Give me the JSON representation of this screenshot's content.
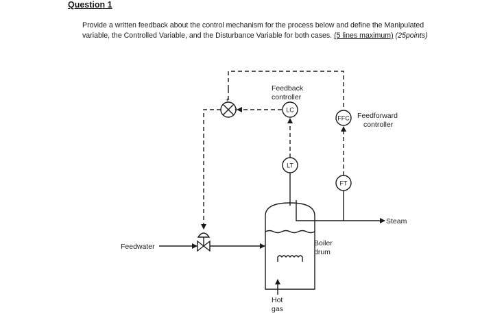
{
  "question": {
    "heading": "Question 1",
    "text_main": "Provide a written feedback about the control mechanism for the process below and define the Manipulated variable, the Controlled Variable, and the Disturbance Variable for both cases. ",
    "text_underlined": "(5 lines maximum)",
    "text_points": " (25points)"
  },
  "diagram": {
    "feedback_controller_label_line1": "Feedback",
    "feedback_controller_label_line2": "controller",
    "lc_tag": "LC",
    "lt_tag": "LT",
    "ffc_tag": "FFC",
    "ft_tag": "FT",
    "feedforward_label_line1": "Feedforward",
    "feedforward_label_line2": "controller",
    "steam_label": "Steam",
    "feedwater_label": "Feedwater",
    "boiler_label_line1": "Boiler",
    "boiler_label_line2": "drum",
    "hot_gas_label_line1": "Hot",
    "hot_gas_label_line2": "gas",
    "summer_plus_top": "+",
    "summer_plus_right": "+"
  }
}
